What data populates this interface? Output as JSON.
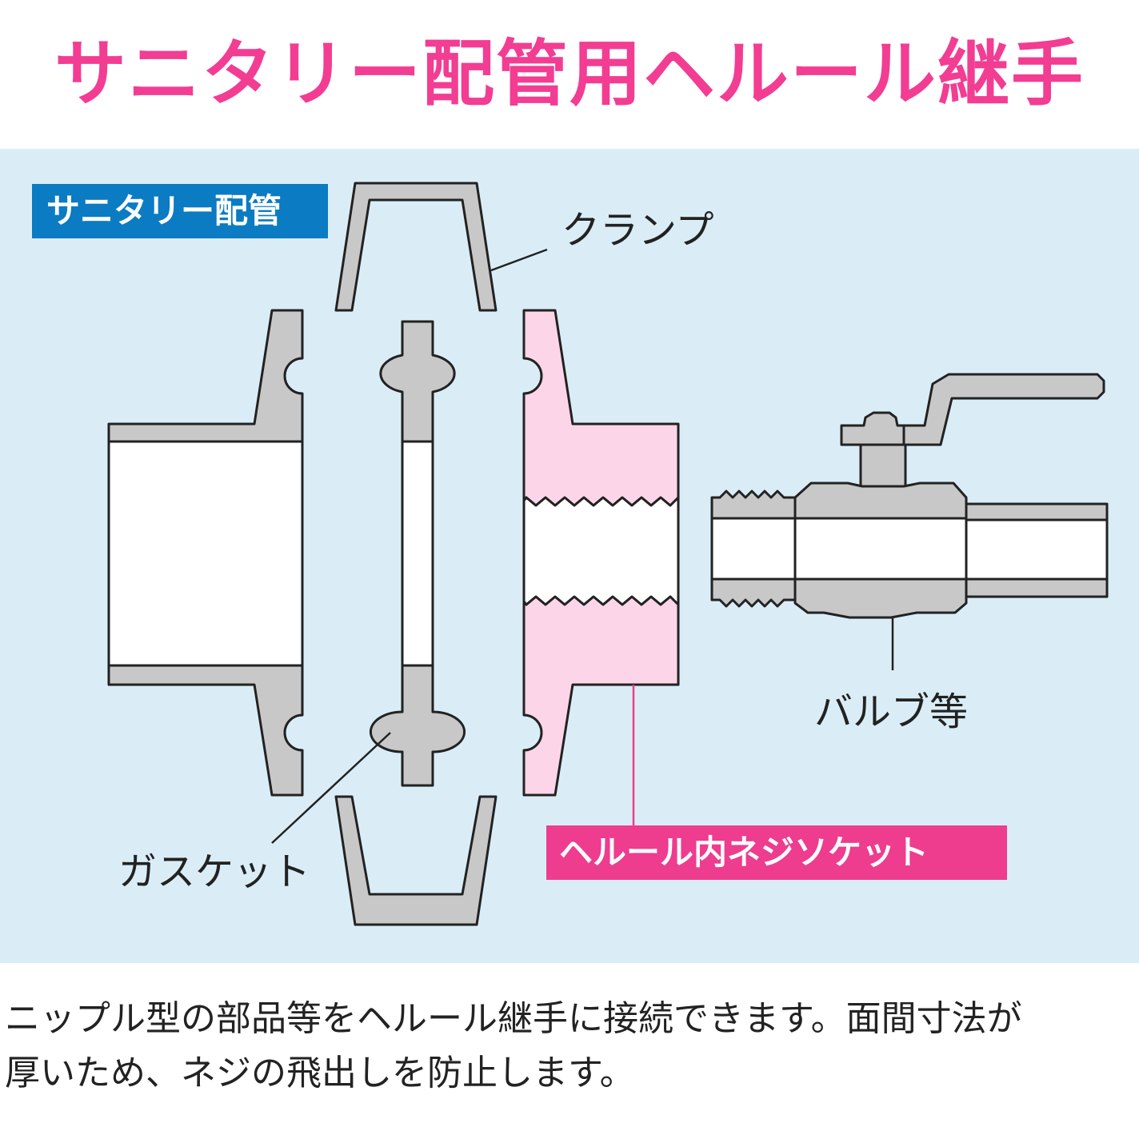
{
  "title": "サニタリー配管用ヘルール継手",
  "badges": {
    "sanitary_piping": "サニタリー配管",
    "ferrule_socket": "ヘルール内ネジソケット"
  },
  "labels": {
    "clamp": "クランプ",
    "gasket": "ガスケット",
    "valve": "バルブ等"
  },
  "caption": {
    "line1": "ニップル型の部品等をヘルール継手に接続できます。面間寸法が",
    "line2": "厚いため、ネジの飛出しを防止します。"
  },
  "colors": {
    "title": "#f23d93",
    "panel_background": "#daedf7",
    "blue_badge": "#0b7bc3",
    "pink_badge": "#ee3c8f",
    "pink_part": "#fdd5e8",
    "metal_part": "#c8c8c8",
    "outline": "#222222"
  }
}
